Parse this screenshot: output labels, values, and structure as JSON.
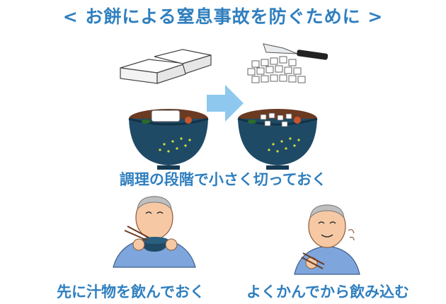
{
  "title": "< お餅による窒息事故を防ぐために >",
  "captions": {
    "cut_small": "調理の段階で小さく切っておく",
    "drink_soup": "先に汁物を飲んでおく",
    "chew_well": "よくかんでから飲み込む"
  },
  "colors": {
    "accent": "#2f7fbf",
    "arrow": "#8ec8ef",
    "bowl": "#1f4a66",
    "shirt": "#7ea6dc"
  }
}
